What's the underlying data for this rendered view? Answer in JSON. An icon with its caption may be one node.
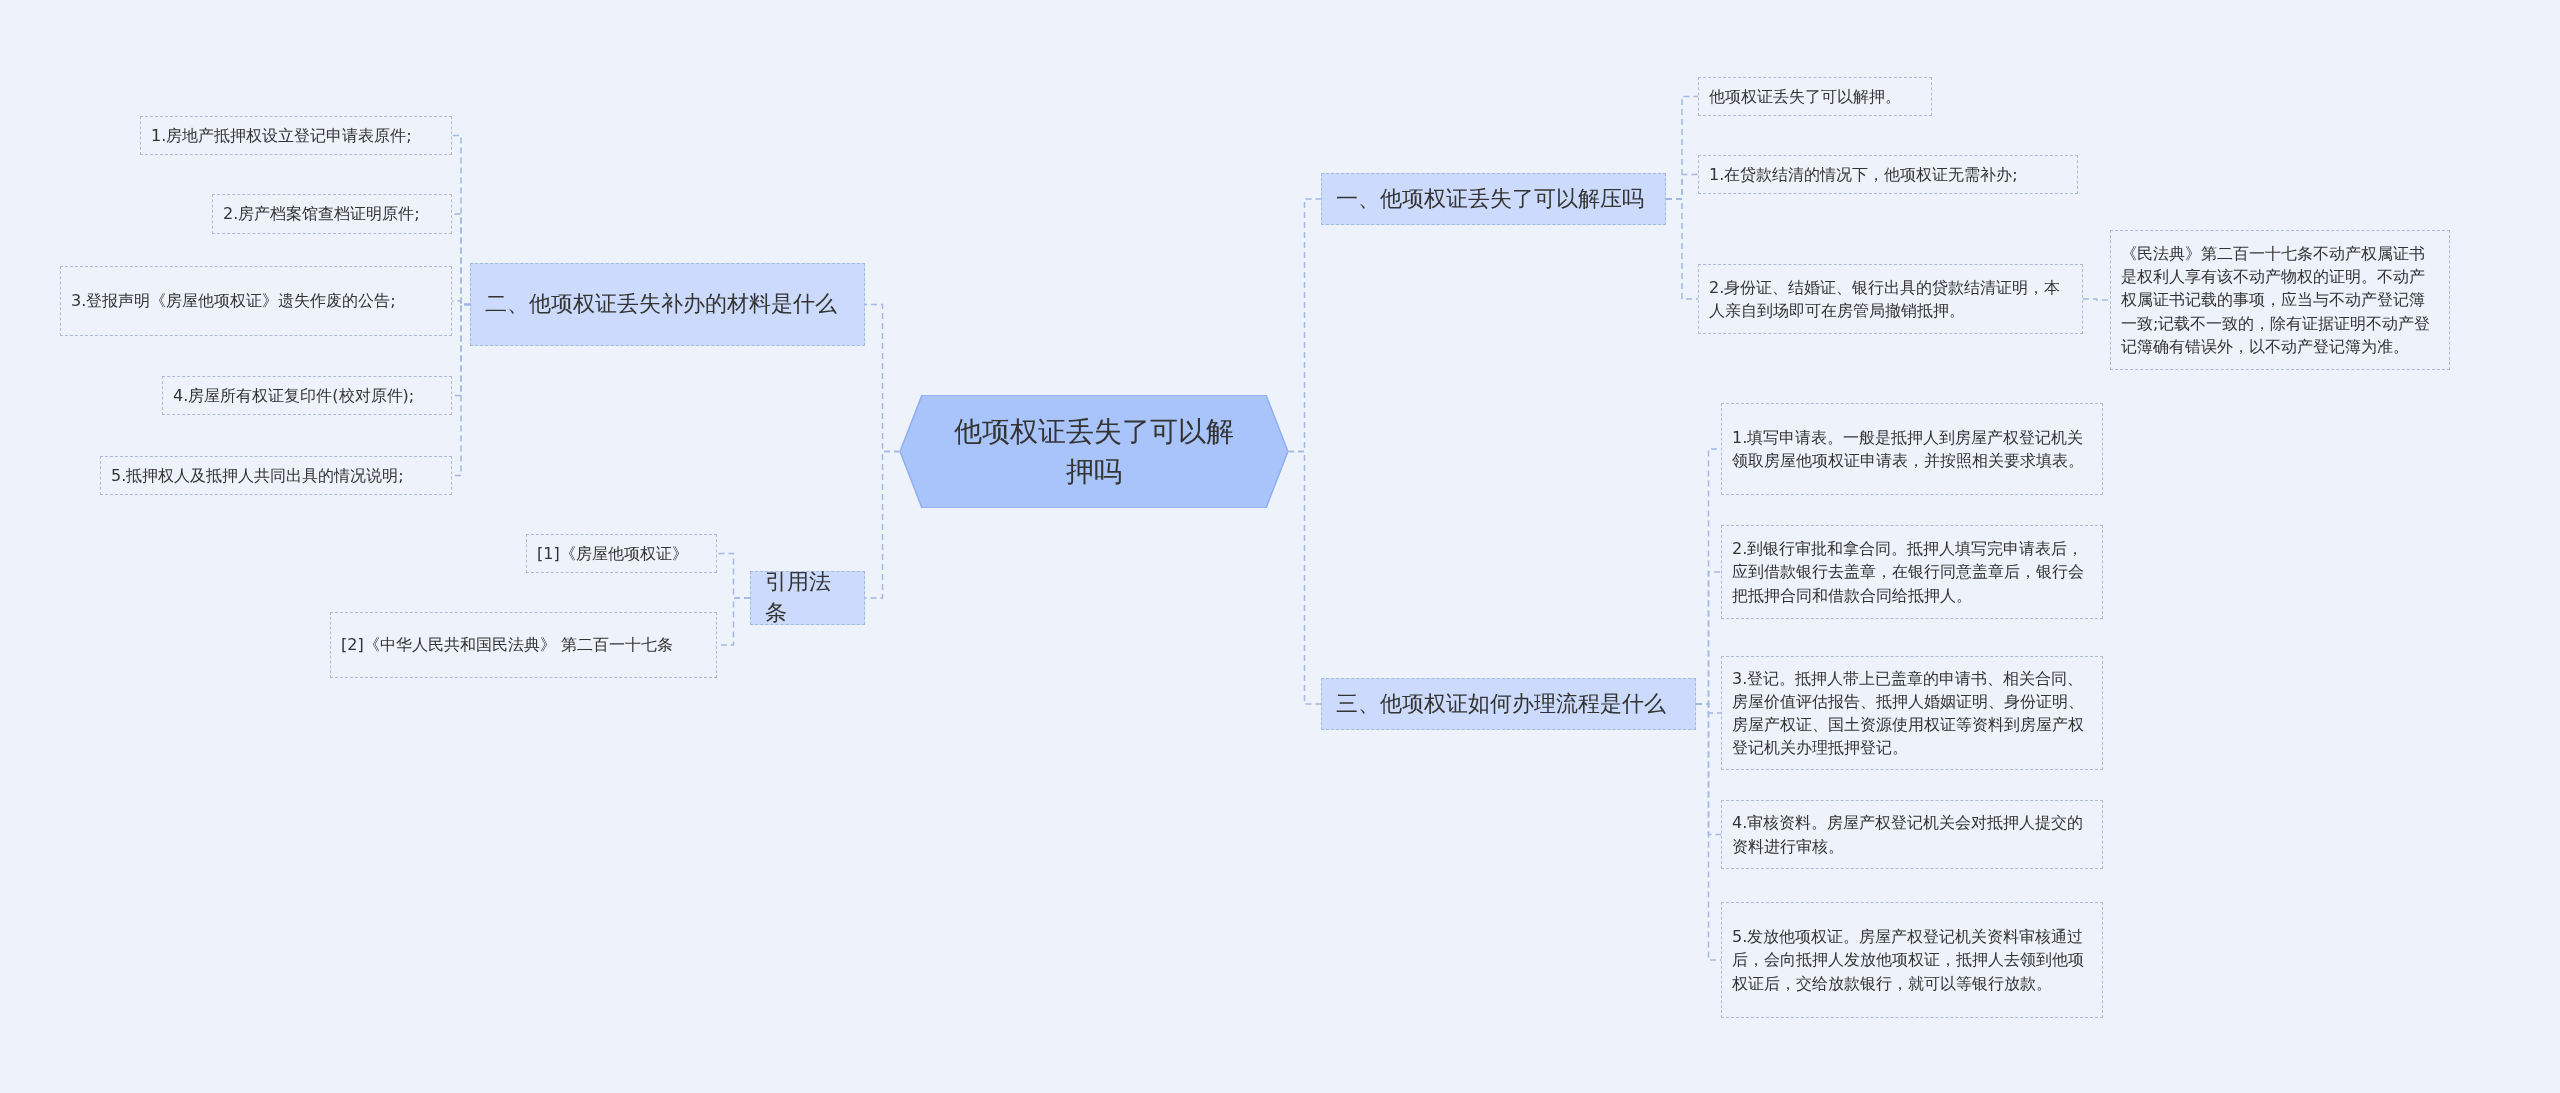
{
  "diagram": {
    "nodes": [
      {
        "text": [
          "他项权证丢失了可以解押吗"
        ]
      },
      {
        "text": [
          "一、他项权证丢失了可以解压吗"
        ]
      },
      {
        "text": [
          "他项权证丢失了可以解押。"
        ]
      },
      {
        "text": [
          "1.在贷款结清的情况下，他项权证无需补办;"
        ]
      },
      {
        "text": [
          "2.身份证、结婚证、银行出具的贷款结清证明，本人亲自到场即可在房管局撤销抵押。"
        ]
      },
      {
        "text": [
          "《民法典》第二百一十七条不动产权属证书是权利人享有该不动产物权的证明。不动产权属证书记载的事项，应当与不动产登记簿一致;记载不一致的，除有证据证明不动产登记簿确有错误外，以不动产登记簿为准。"
        ]
      },
      {
        "text": [
          "二、他项权证丢失补办的材料是什么"
        ]
      },
      {
        "text": [
          "1.房地产抵押权设立登记申请表原件;"
        ]
      },
      {
        "text": [
          "2.房产档案馆查档证明原件;"
        ]
      },
      {
        "text": [
          "3.登报声明《房屋他项权证》遗失作废的公告;"
        ]
      },
      {
        "text": [
          "4.房屋所有权证复印件(校对原件);"
        ]
      },
      {
        "text": [
          "5.抵押权人及抵押人共同出具的情况说明;"
        ]
      },
      {
        "text": [
          "引用法条"
        ]
      },
      {
        "text": [
          "[1]《房屋他项权证》"
        ]
      },
      {
        "text": [
          "[2]《中华人民共和国民法典》 第二百一十七条"
        ]
      },
      {
        "text": [
          "三、他项权证如何办理流程是什么"
        ]
      },
      {
        "text": [
          "1.填写申请表。一般是抵押人到房屋产权登记机关领取房屋他项权证申请表，并按照相关要求填表。"
        ]
      },
      {
        "text": [
          "2.到银行审批和拿合同。抵押人填写完申请表后，应到借款银行去盖章，在银行同意盖章后，银行会把抵押合同和借款合同给抵押人。"
        ]
      },
      {
        "text": [
          "3.登记。抵押人带上已盖章的申请书、相关合同、房屋价值评估报告、抵押人婚姻证明、身份证明、房屋产权证、国土资源使用权证等资料到房屋产权登记机关办理抵押登记。"
        ]
      },
      {
        "text": [
          "4.审核资料。房屋产权登记机关会对抵押人提交的资料进行审核。"
        ]
      },
      {
        "text": [
          "5.发放他项权证。房屋产权登记机关资料审核通过后，会向抵押人发放他项权证，抵押人去领到他项权证后，交给放款银行，就可以等银行放款。"
        ]
      }
    ],
    "edges": [
      {
        "from": 0,
        "to": 1,
        "arrow": "none"
      },
      {
        "from": 1,
        "to": 2,
        "arrow": "none"
      },
      {
        "from": 1,
        "to": 3,
        "arrow": "none"
      },
      {
        "from": 1,
        "to": 4,
        "arrow": "none"
      },
      {
        "from": 4,
        "to": 5,
        "arrow": "none"
      },
      {
        "from": 0,
        "to": 6,
        "arrow": "none"
      },
      {
        "from": 6,
        "to": 7,
        "arrow": "none"
      },
      {
        "from": 6,
        "to": 8,
        "arrow": "none"
      },
      {
        "from": 6,
        "to": 9,
        "arrow": "none"
      },
      {
        "from": 6,
        "to": 10,
        "arrow": "none"
      },
      {
        "from": 6,
        "to": 11,
        "arrow": "none"
      },
      {
        "from": 0,
        "to": 12,
        "arrow": "none"
      },
      {
        "from": 12,
        "to": 13,
        "arrow": "none"
      },
      {
        "from": 12,
        "to": 14,
        "arrow": "none"
      },
      {
        "from": 0,
        "to": 15,
        "arrow": "none"
      },
      {
        "from": 15,
        "to": 16,
        "arrow": "none"
      },
      {
        "from": 15,
        "to": 17,
        "arrow": "none"
      },
      {
        "from": 15,
        "to": 18,
        "arrow": "none"
      },
      {
        "from": 15,
        "to": 19,
        "arrow": "none"
      },
      {
        "from": 15,
        "to": 20,
        "arrow": "none"
      }
    ]
  }
}
